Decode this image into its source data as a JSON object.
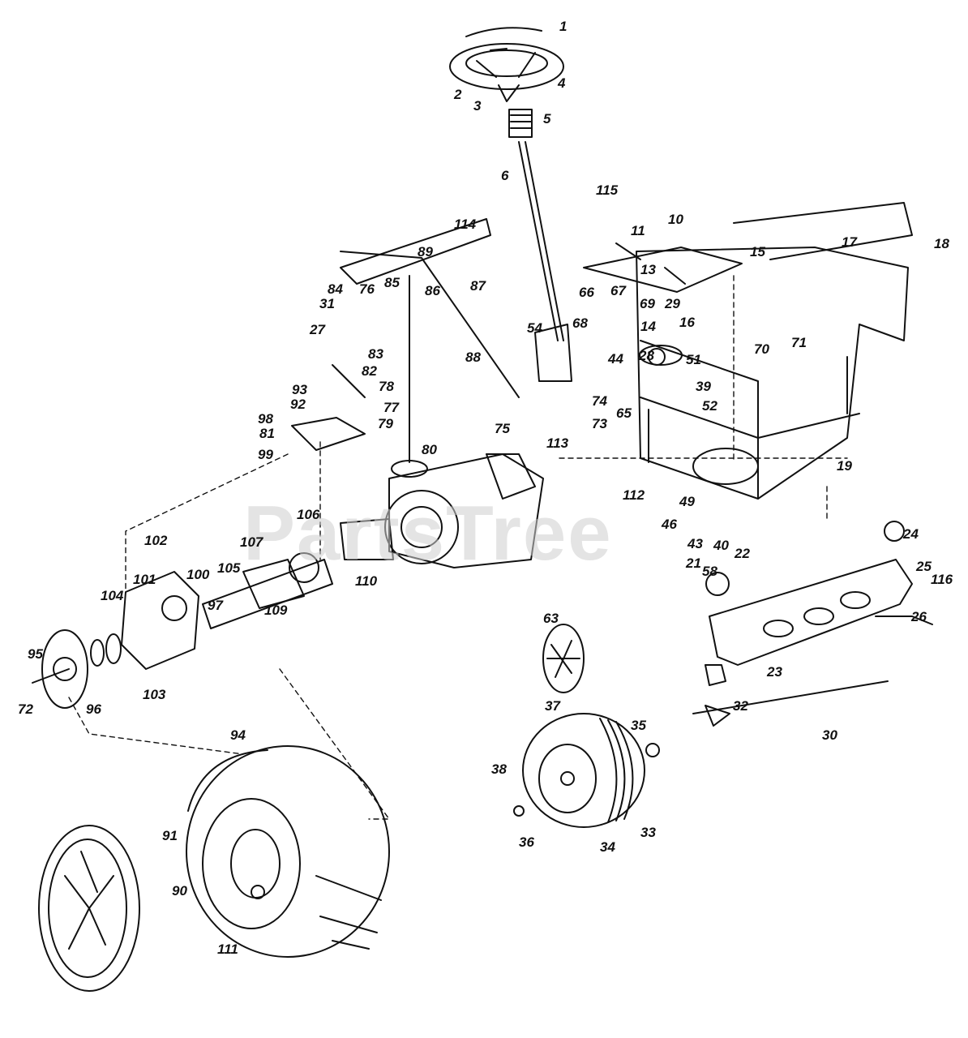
{
  "watermark": {
    "text": "PartsTree"
  },
  "callouts": [
    "1",
    "2",
    "3",
    "4",
    "5",
    "6",
    "115",
    "114",
    "11",
    "10",
    "15",
    "17",
    "18",
    "13",
    "67",
    "66",
    "69",
    "29",
    "16",
    "14",
    "68",
    "44",
    "51",
    "28",
    "70",
    "71",
    "54",
    "84",
    "76",
    "85",
    "86",
    "89",
    "87",
    "31",
    "27",
    "83",
    "88",
    "82",
    "78",
    "77",
    "93",
    "92",
    "79",
    "98",
    "81",
    "99",
    "75",
    "74",
    "73",
    "65",
    "39",
    "52",
    "113",
    "80",
    "106",
    "102",
    "101",
    "100",
    "107",
    "105",
    "97",
    "104",
    "95",
    "72",
    "96",
    "103",
    "110",
    "109",
    "112",
    "49",
    "46",
    "43",
    "21",
    "58",
    "22",
    "40",
    "24",
    "25",
    "116",
    "26",
    "23",
    "63",
    "37",
    "32",
    "30",
    "35",
    "38",
    "36",
    "34",
    "33",
    "94",
    "91",
    "90",
    "111",
    "19"
  ],
  "colors": {
    "ink": "#111111",
    "background": "#ffffff",
    "watermark": "#cfcfcf"
  }
}
